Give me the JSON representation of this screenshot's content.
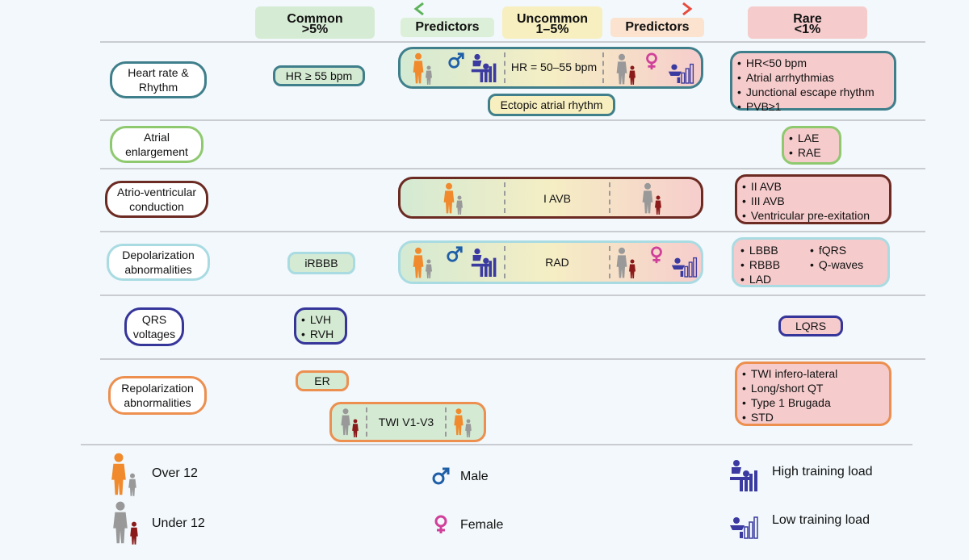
{
  "columns": {
    "common": {
      "title": "Common",
      "sub": ">5%"
    },
    "predictors_left": "Predictors",
    "uncommon": {
      "title": "Uncommon",
      "sub": "1–5%"
    },
    "predictors_right": "Predictors",
    "rare": {
      "title": "Rare",
      "sub": "<1%"
    }
  },
  "rows": {
    "heart_rate": {
      "label1": "Heart rate &",
      "label2": "Rhythm",
      "common": "HR ≥ 55 bpm",
      "uncommon": "HR = 50–55 bpm",
      "uncommon_extra": "Ectopic atrial rhythm",
      "rare": [
        "HR<50 bpm",
        "Atrial arrhythmias",
        "Junctional escape rhythm",
        "PVB≥1"
      ]
    },
    "atrial": {
      "label1": "Atrial",
      "label2": "enlargement",
      "rare": [
        "LAE",
        "RAE"
      ]
    },
    "av": {
      "label1": "Atrio-ventricular",
      "label2": "conduction",
      "uncommon": "I AVB",
      "rare": [
        "II AVB",
        "III AVB",
        "Ventricular pre-exitation"
      ]
    },
    "depol": {
      "label1": "Depolarization",
      "label2": "abnormalities",
      "common": "iRBBB",
      "uncommon": "RAD",
      "rare_col1": [
        "LBBB",
        "RBBB",
        "LAD"
      ],
      "rare_col2": [
        "fQRS",
        "Q-waves"
      ]
    },
    "qrs": {
      "label1": "QRS",
      "label2": "voltages",
      "common": [
        "LVH",
        "RVH"
      ],
      "rare": "LQRS"
    },
    "repol": {
      "label1": "Repolarization",
      "label2": "abnormalities",
      "common": "ER",
      "common_extra": "TWI V1-V3",
      "rare": [
        "TWI infero-lateral",
        "Long/short QT",
        "Type 1 Brugada",
        "STD"
      ]
    }
  },
  "legend": {
    "over12": "Over 12",
    "under12": "Under 12",
    "male": "Male",
    "female": "Female",
    "high_load": "High training load",
    "low_load": "Low training load"
  },
  "colors": {
    "heart_rate": "#3f7f8b",
    "atrial": "#8fc96f",
    "av": "#6b2a22",
    "depol": "#a9dbe2",
    "qrs": "#35359a",
    "repol": "#ec8f4f",
    "male": "#1f5fa8",
    "female": "#d0409a",
    "over12": "#f08a2c",
    "under12": "#8b1a1a",
    "training": "#3a3aa0"
  }
}
